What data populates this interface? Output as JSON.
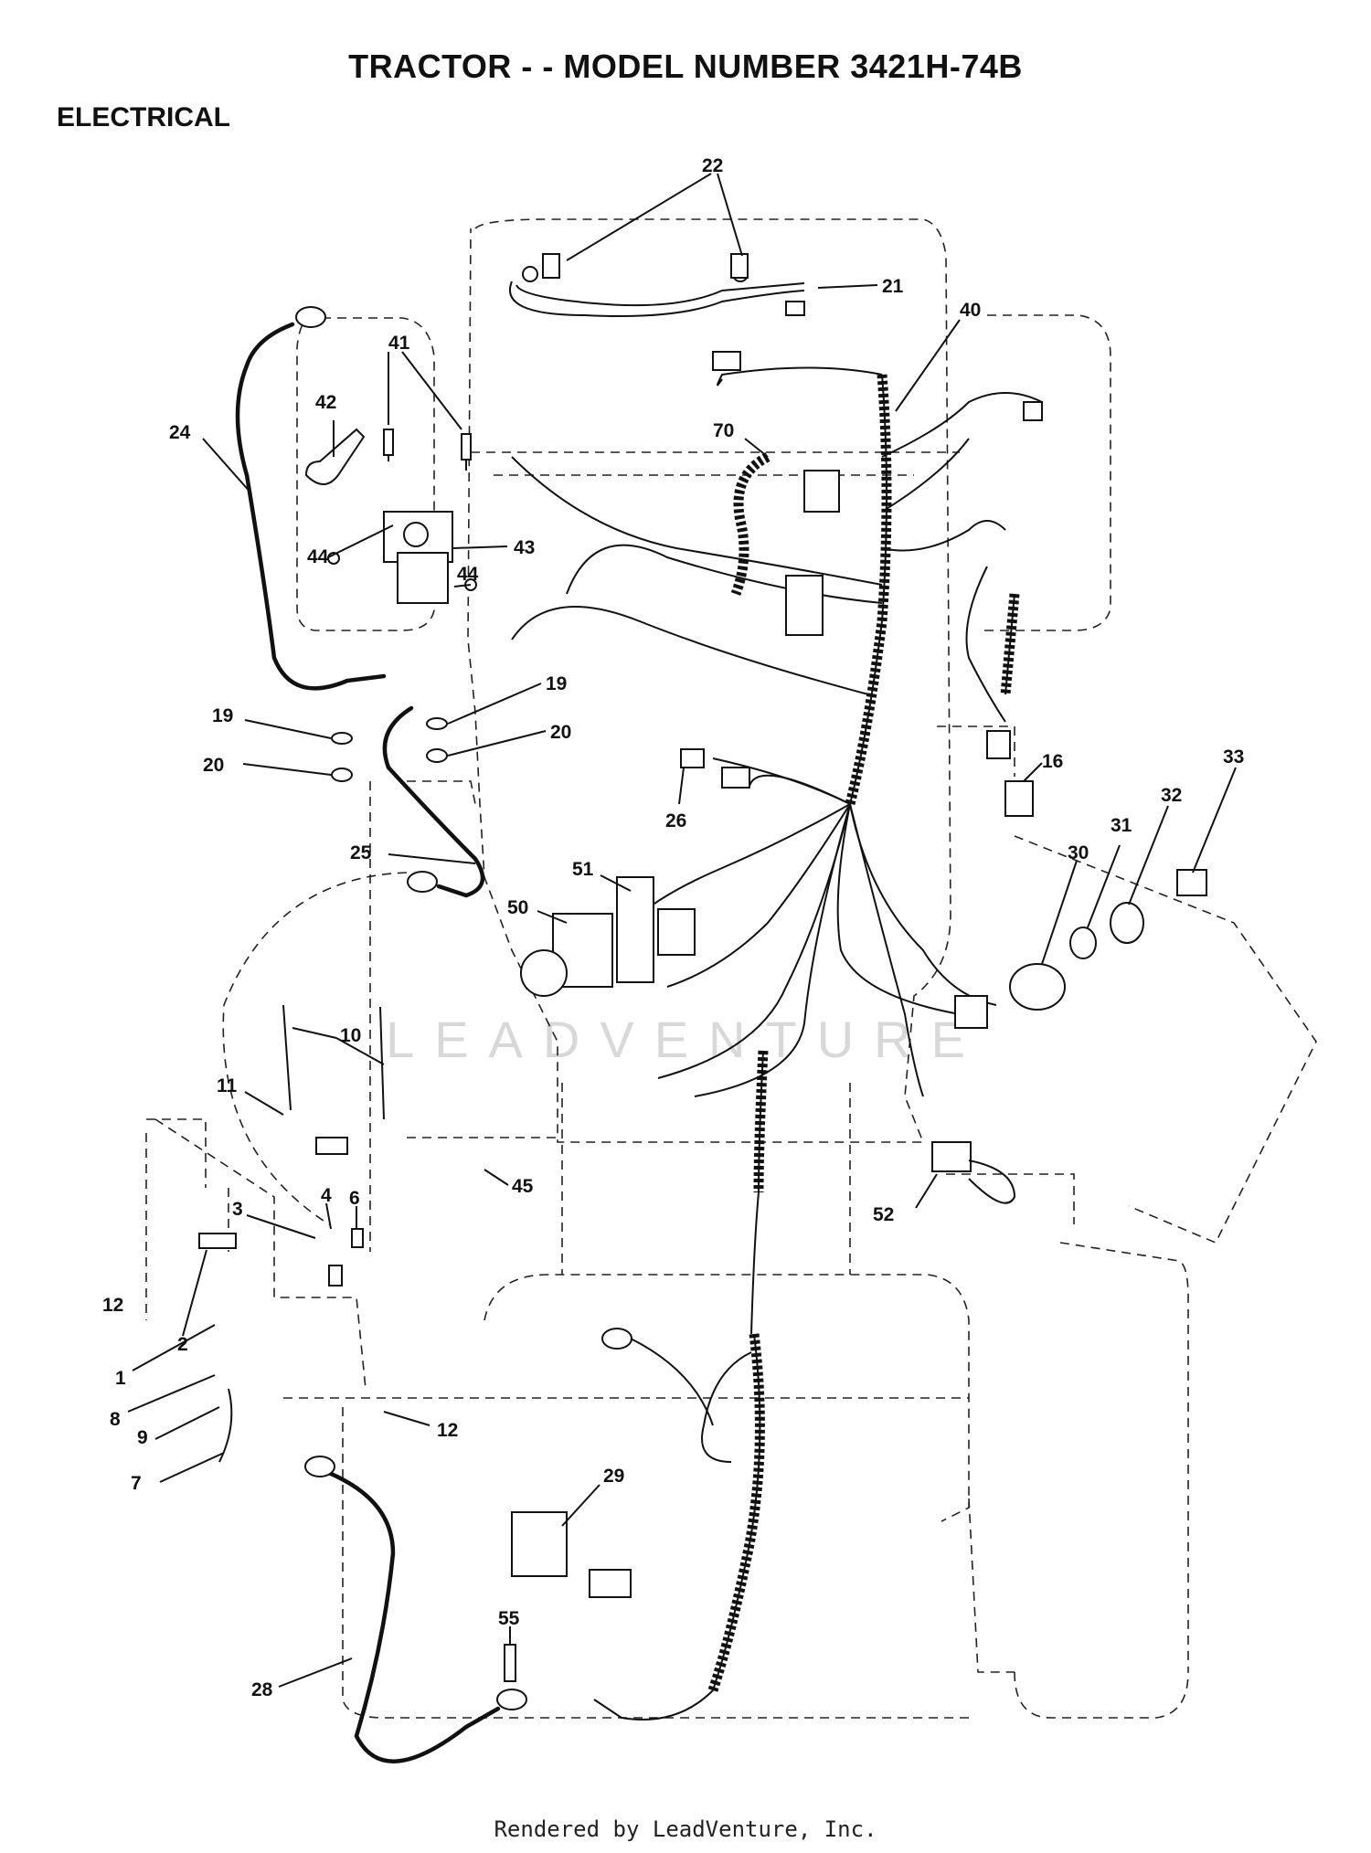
{
  "title": "TRACTOR - - MODEL NUMBER 3421H-74B",
  "section": "ELECTRICAL",
  "watermark": "LEADVENTURE",
  "footer": "Rendered by LeadVenture, Inc.",
  "callouts": [
    "22",
    "21",
    "40",
    "41",
    "42",
    "24",
    "70",
    "43",
    "44",
    "44",
    "19",
    "19",
    "20",
    "20",
    "16",
    "33",
    "32",
    "26",
    "31",
    "30",
    "51",
    "25",
    "50",
    "10",
    "11",
    "45",
    "4",
    "6",
    "3",
    "52",
    "12",
    "2",
    "1",
    "8",
    "9",
    "12",
    "7",
    "29",
    "28",
    "55"
  ]
}
